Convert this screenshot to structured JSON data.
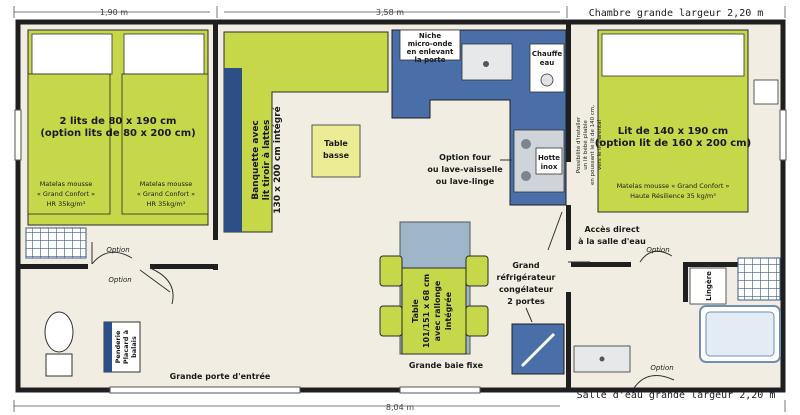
{
  "dims": {
    "top_left": "1,90 m",
    "top_mid": "3,58 m",
    "top_right": "Chambre grande largeur 2,20 m",
    "bottom_total": "8,04 m",
    "bottom_right": "Salle d'eau grande largeur 2,20 m"
  },
  "bedroom_left": {
    "beds_line1": "2 lits de 80 x 190 cm",
    "beds_line2": "(option lits de 80 x 200 cm)",
    "mattress_left": [
      "Matelas mousse",
      "« Grand Confort »",
      "HR 35kg/m³"
    ],
    "mattress_right": [
      "Matelas mousse",
      "« Grand Confort »",
      "HR 35kg/m³"
    ],
    "option": "Option"
  },
  "living": {
    "banquette": [
      "Banquette avec",
      "lit tiroir à lattes",
      "130 x 200 cm intégré"
    ],
    "table_basse": [
      "Table",
      "basse"
    ],
    "table_dining": [
      "Table",
      "101/151 x 68 cm",
      "avec rallonge",
      "intégrée"
    ]
  },
  "kitchen": {
    "niche": [
      "Niche",
      "micro-onde",
      "en enlevant",
      "la porte"
    ],
    "chauffe_eau": [
      "Chauffe",
      "eau"
    ],
    "option_four": [
      "Option four",
      "ou lave-vaisselle",
      "ou lave-linge"
    ],
    "hotte": [
      "Hotte",
      "inox"
    ],
    "frigo": [
      "Grand",
      "réfrigérateur",
      "congélateur",
      "2 portes"
    ]
  },
  "bedroom_right": {
    "bed_line1": "Lit de 140 x 190 cm",
    "bed_line2": "(option lit de 160 x 200 cm)",
    "mattress": [
      "Matelas mousse « Grand Confort »",
      "Haute Résilience 35 kg/m³"
    ],
    "baby_note": [
      "Possibilité d'installer",
      "un lit bébé pliable",
      "en poussant le lit de 140 cm,",
      "vers le lit parental"
    ],
    "acces_direct": [
      "Accès direct",
      "à la salle d'eau"
    ],
    "option": "Option"
  },
  "bathroom": {
    "lingere": "Lingère",
    "option": "Option"
  },
  "entrance": {
    "porte": "Grande porte d'entrée",
    "baie": "Grande baie fixe",
    "penderie": [
      "Penderie",
      "Placard à",
      "balais"
    ],
    "option": "Option"
  },
  "colors": {
    "wall": "#1f1f1f",
    "floor": "#f1ede2",
    "bed": "#c6d84a",
    "sofa": "#c6d84a",
    "kitchen": "#4a6ea8",
    "glass": "#9db6c8",
    "bath": "#6f8fb3"
  }
}
